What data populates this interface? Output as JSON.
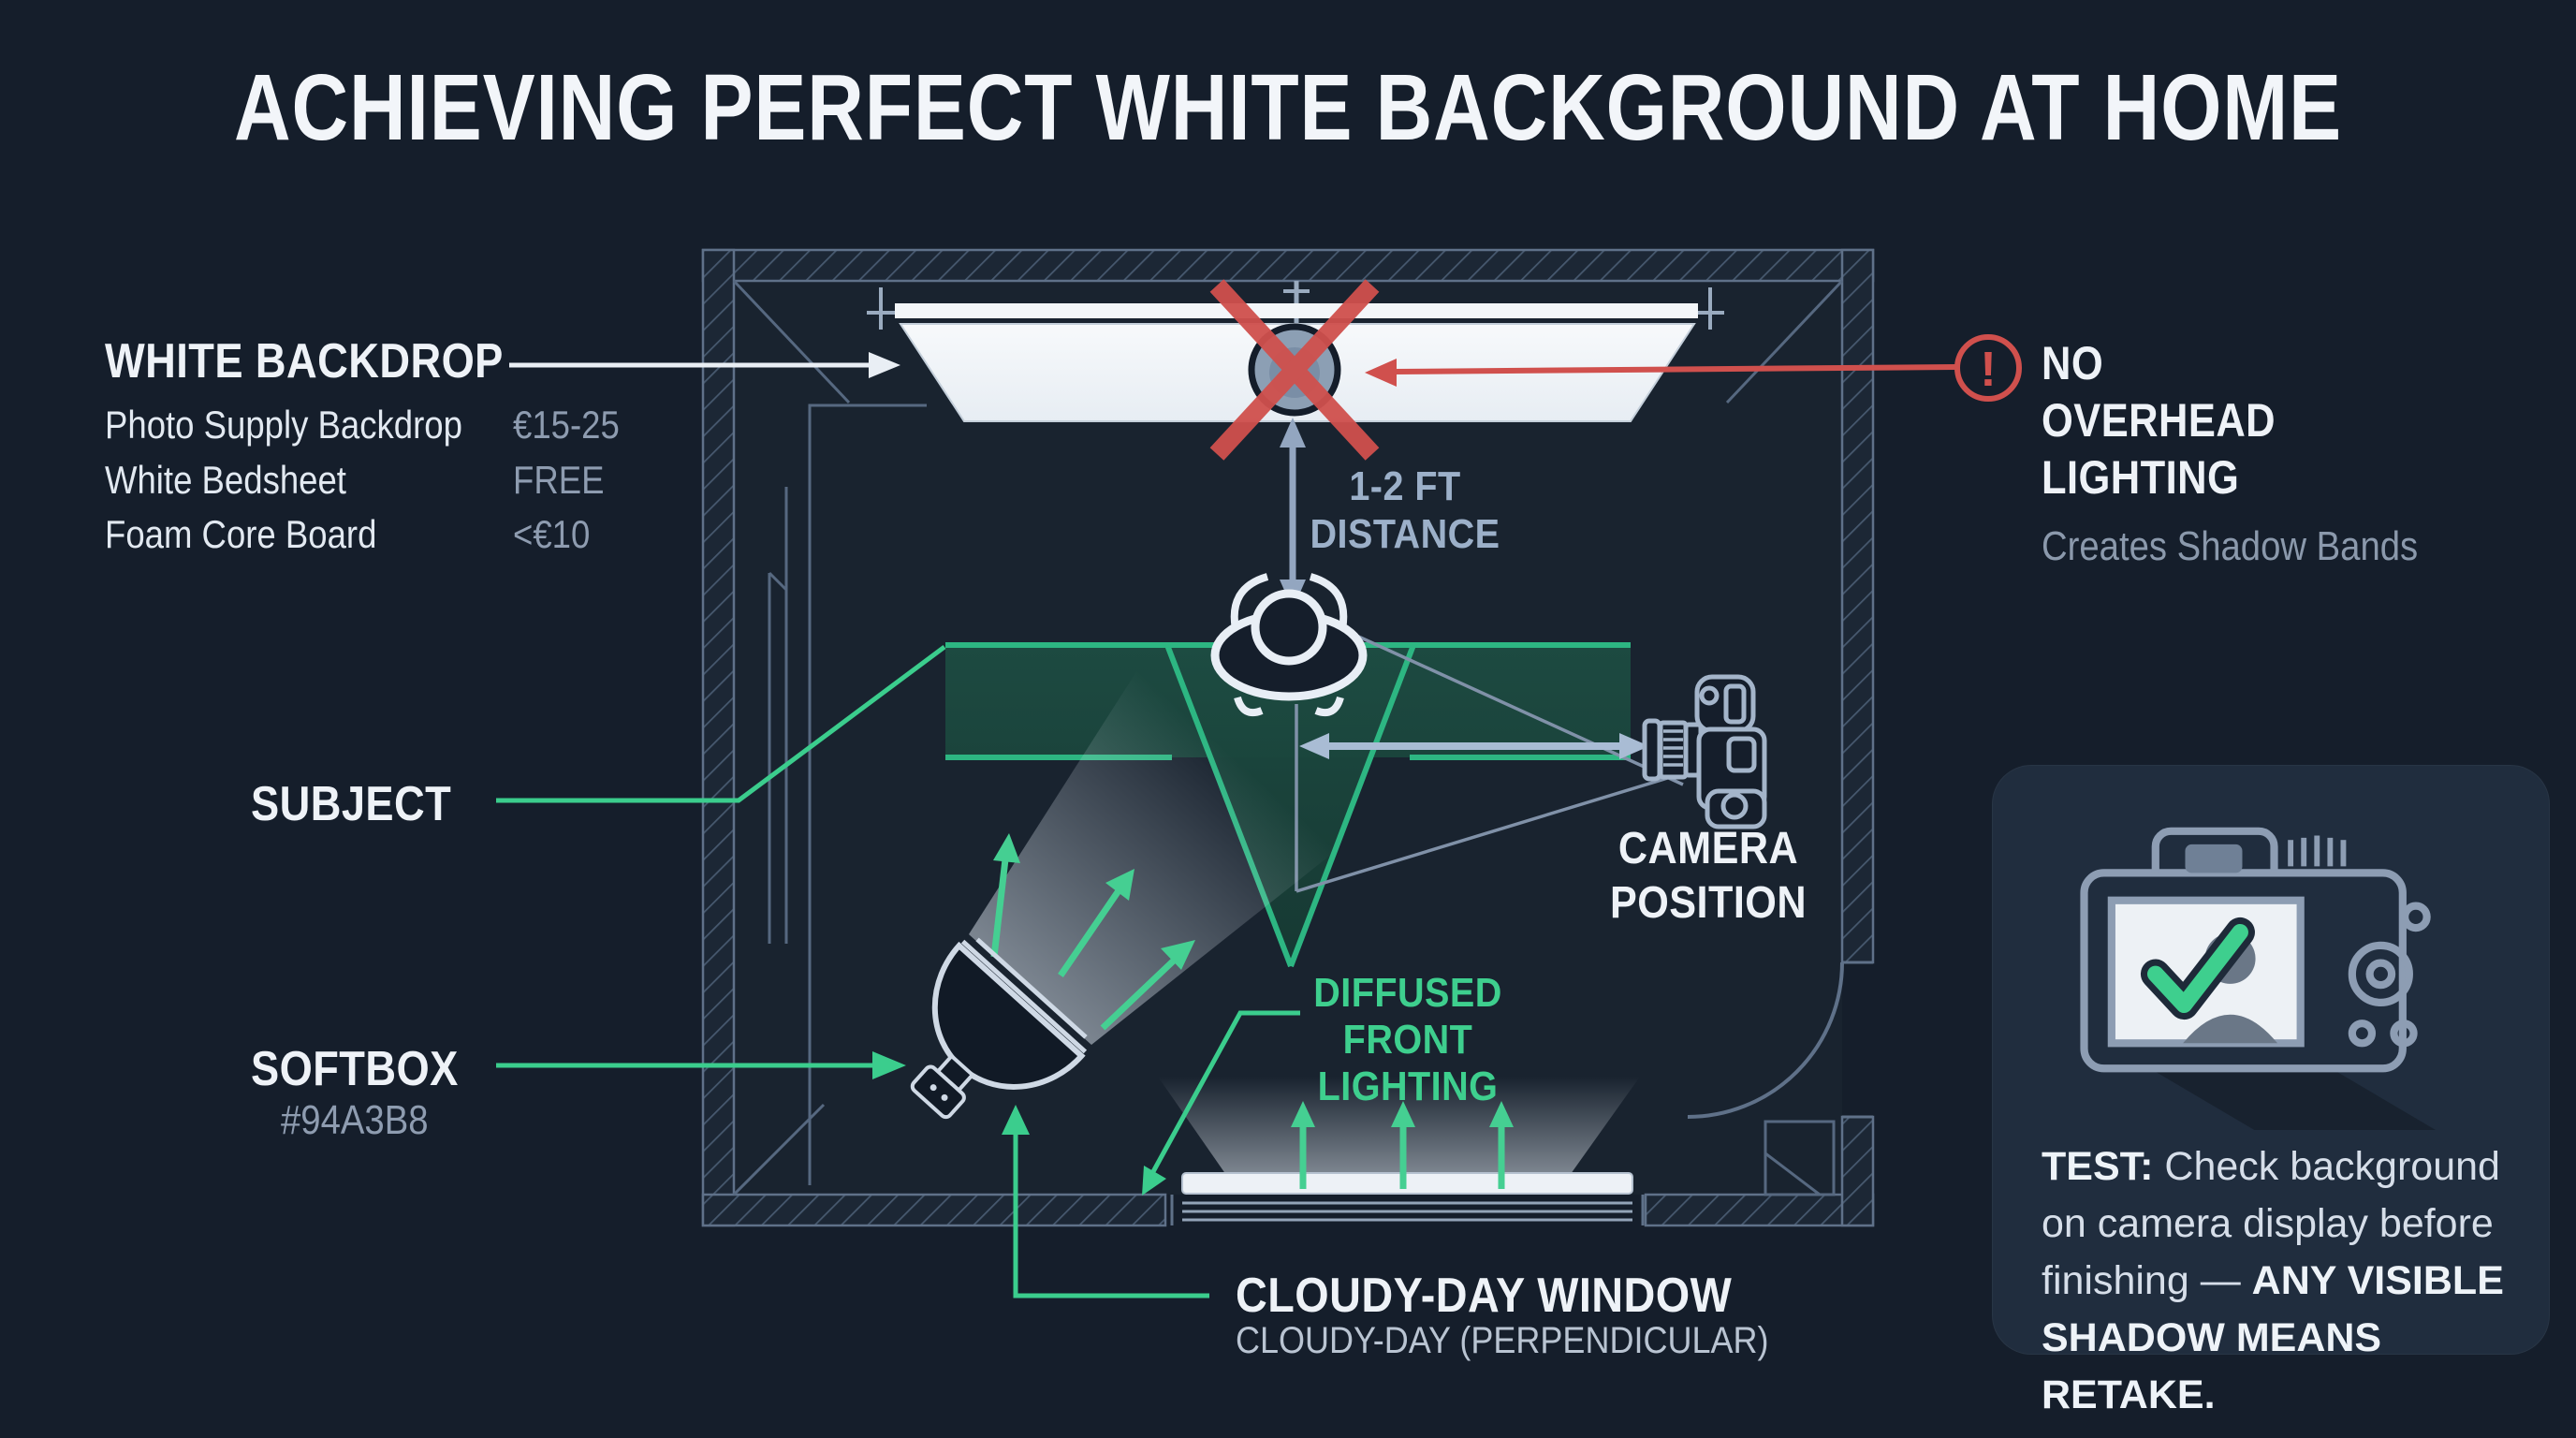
{
  "title": "ACHIEVING PERFECT WHITE BACKGROUND AT HOME",
  "backdrop": {
    "heading": "WHITE BACKDROP",
    "items": [
      {
        "label": "Photo Supply Backdrop",
        "price": "€15-25"
      },
      {
        "label": "White Bedsheet",
        "price": "FREE"
      },
      {
        "label": "Foam Core Board",
        "price": "<€10"
      }
    ]
  },
  "warning": {
    "icon_glyph": "!",
    "title": "NO OVERHEAD LIGHTING",
    "subtitle": "Creates Shadow Bands"
  },
  "distance": {
    "line1": "1-2 FT",
    "line2": "DISTANCE"
  },
  "subject": {
    "label": "SUBJECT"
  },
  "softbox": {
    "label": "SOFTBOX",
    "hex": "#94A3B8"
  },
  "camera": {
    "label": "CAMERA POSITION"
  },
  "lighting": {
    "label": "DIFFUSED FRONT LIGHTING"
  },
  "window": {
    "heading": "CLOUDY-DAY WINDOW",
    "subtitle": "CLOUDY-DAY (PERPENDICULAR)"
  },
  "test_card": {
    "prefix": "TEST:",
    "body": " Check background on camera display before finishing — ",
    "emphasis": "ANY VISIBLE SHADOW MEANS RETAKE."
  },
  "colors": {
    "background": "#151E2B",
    "accent_green": "#3ECF8E",
    "teal_fill": "#1C4A41",
    "danger_red": "#D0504D",
    "steel_blue": "#94A3B8",
    "white": "#EEF2F7"
  },
  "icons": {
    "warning-icon": "exclamation in circle",
    "subject-icon": "person top view",
    "camera-top-icon": "dslr top view",
    "camera-back-icon": "dslr back with screen",
    "softbox-icon": "cone light",
    "checkmark-icon": "green check"
  }
}
